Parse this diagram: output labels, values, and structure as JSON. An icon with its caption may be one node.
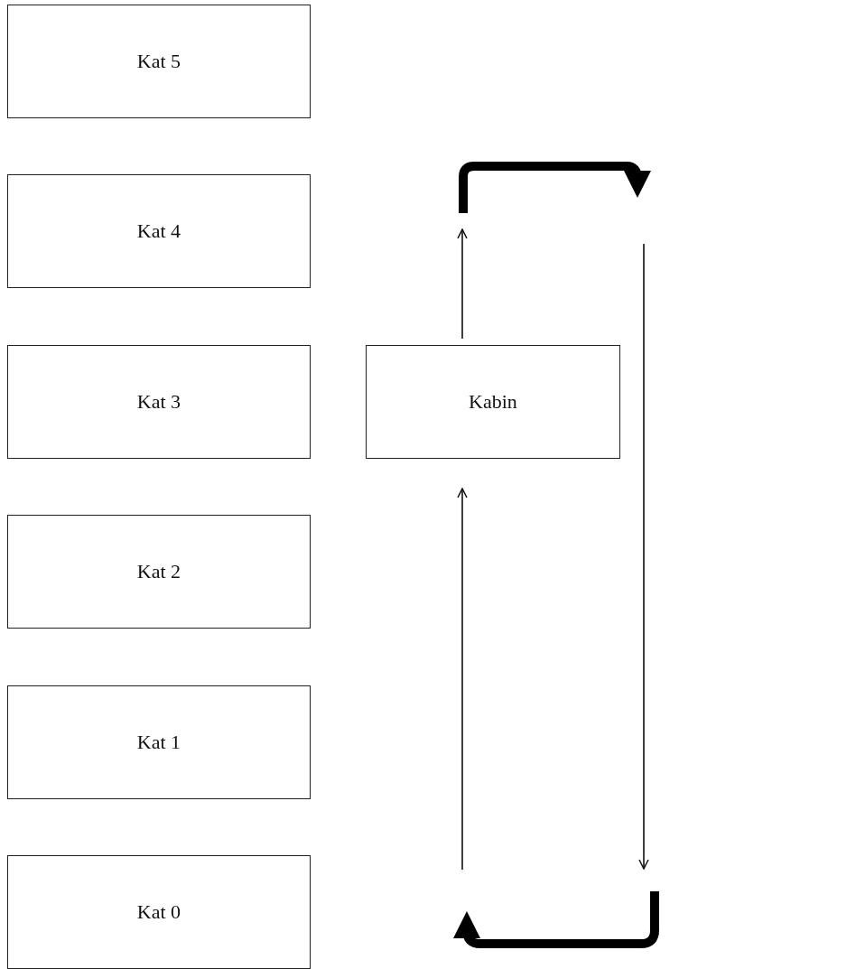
{
  "diagram": {
    "nodes": [
      {
        "text": [
          "Kat 5"
        ]
      },
      {
        "text": [
          "Kat 4"
        ]
      },
      {
        "text": [
          "Kat 3"
        ]
      },
      {
        "text": [
          "Kat 2"
        ]
      },
      {
        "text": [
          "Kat 1"
        ]
      },
      {
        "text": [
          "Kat 0"
        ]
      },
      {
        "text": [
          "Kabin"
        ]
      }
    ]
  }
}
